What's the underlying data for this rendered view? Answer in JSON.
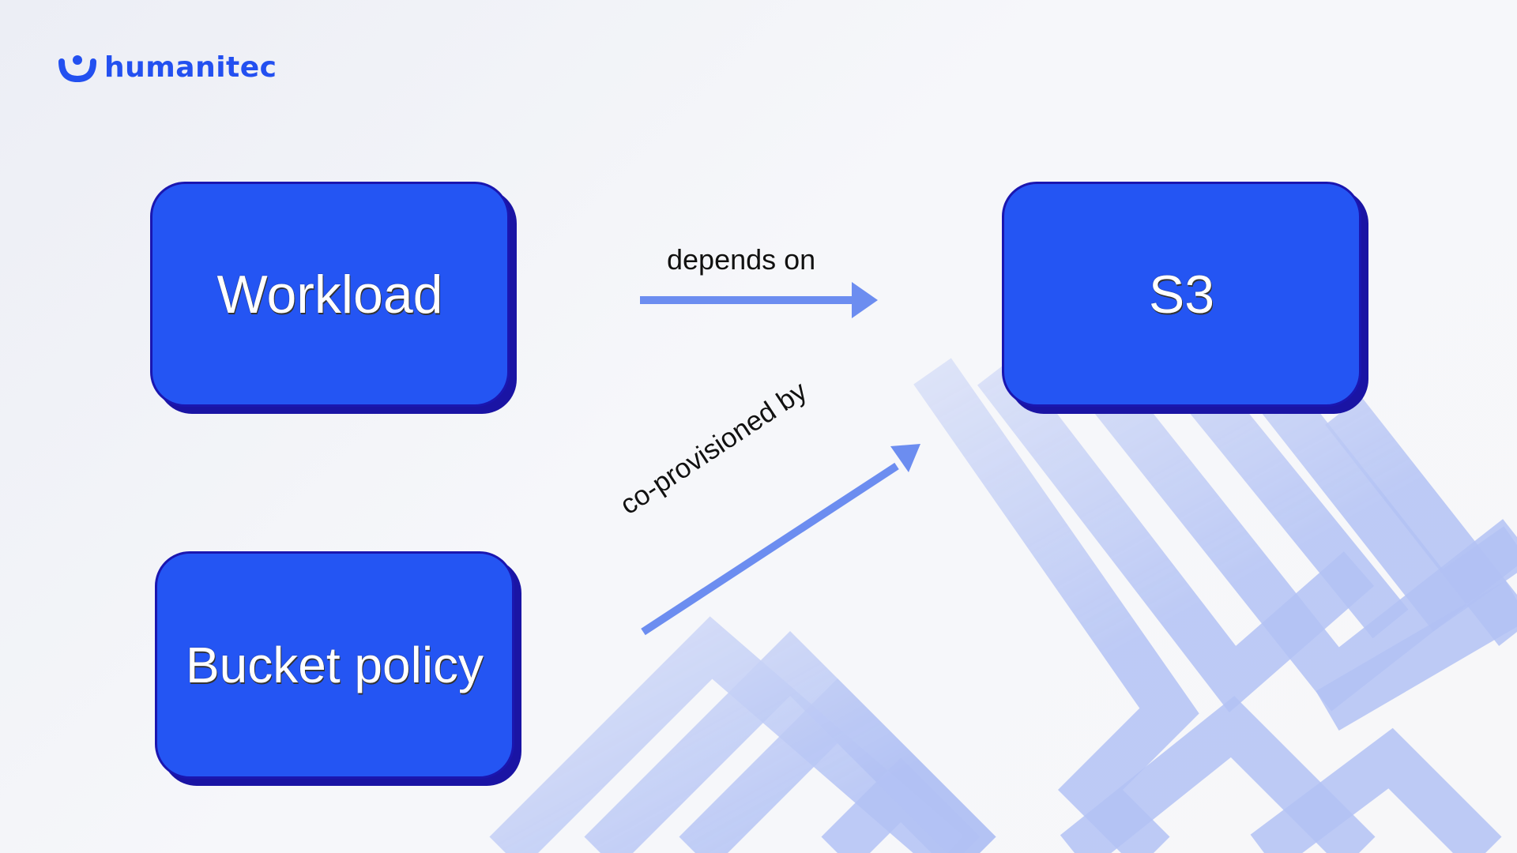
{
  "brand": {
    "name": "humanitec",
    "icon": "humanitec-logo-icon",
    "color": "#2350f0"
  },
  "colors": {
    "node_fill": "#2455f3",
    "node_border": "#1a16b0",
    "edge": "#6c8df0",
    "pattern": "#b3c2f5"
  },
  "nodes": {
    "workload": {
      "label": "Workload"
    },
    "s3": {
      "label": "S3"
    },
    "bucket_policy": {
      "label": "Bucket policy"
    }
  },
  "edges": {
    "depends_on": {
      "label": "depends on"
    },
    "co_provisioned_by": {
      "label": "co-provisioned by"
    }
  }
}
